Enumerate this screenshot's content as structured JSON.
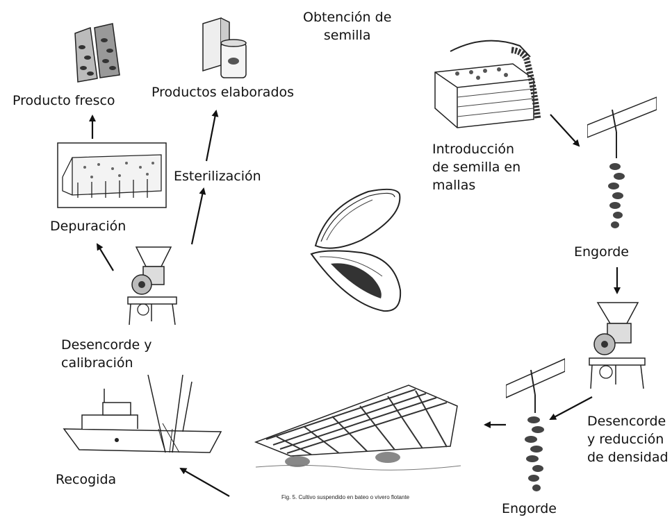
{
  "labels": {
    "obtencion": [
      "Obtención de",
      "semilla"
    ],
    "introduccion": [
      "Introducción",
      "de semilla en",
      "mallas"
    ],
    "engorde_right": "Engorde",
    "desencorde_reduccion": [
      "Desencorde",
      "y reducción",
      "de densidad"
    ],
    "engorde_bottom": "Engorde",
    "recogida": "Recogida",
    "desencorde_calibracion": [
      "Desencorde y",
      "calibración"
    ],
    "depuracion": "Depuración",
    "producto_fresco": "Producto fresco",
    "esterilizacion": "Esterilización",
    "productos_elaborados": "Productos elaborados"
  },
  "raft_caption": "Fig. 5. Cultivo suspendido en bateo o vivero flotante"
}
